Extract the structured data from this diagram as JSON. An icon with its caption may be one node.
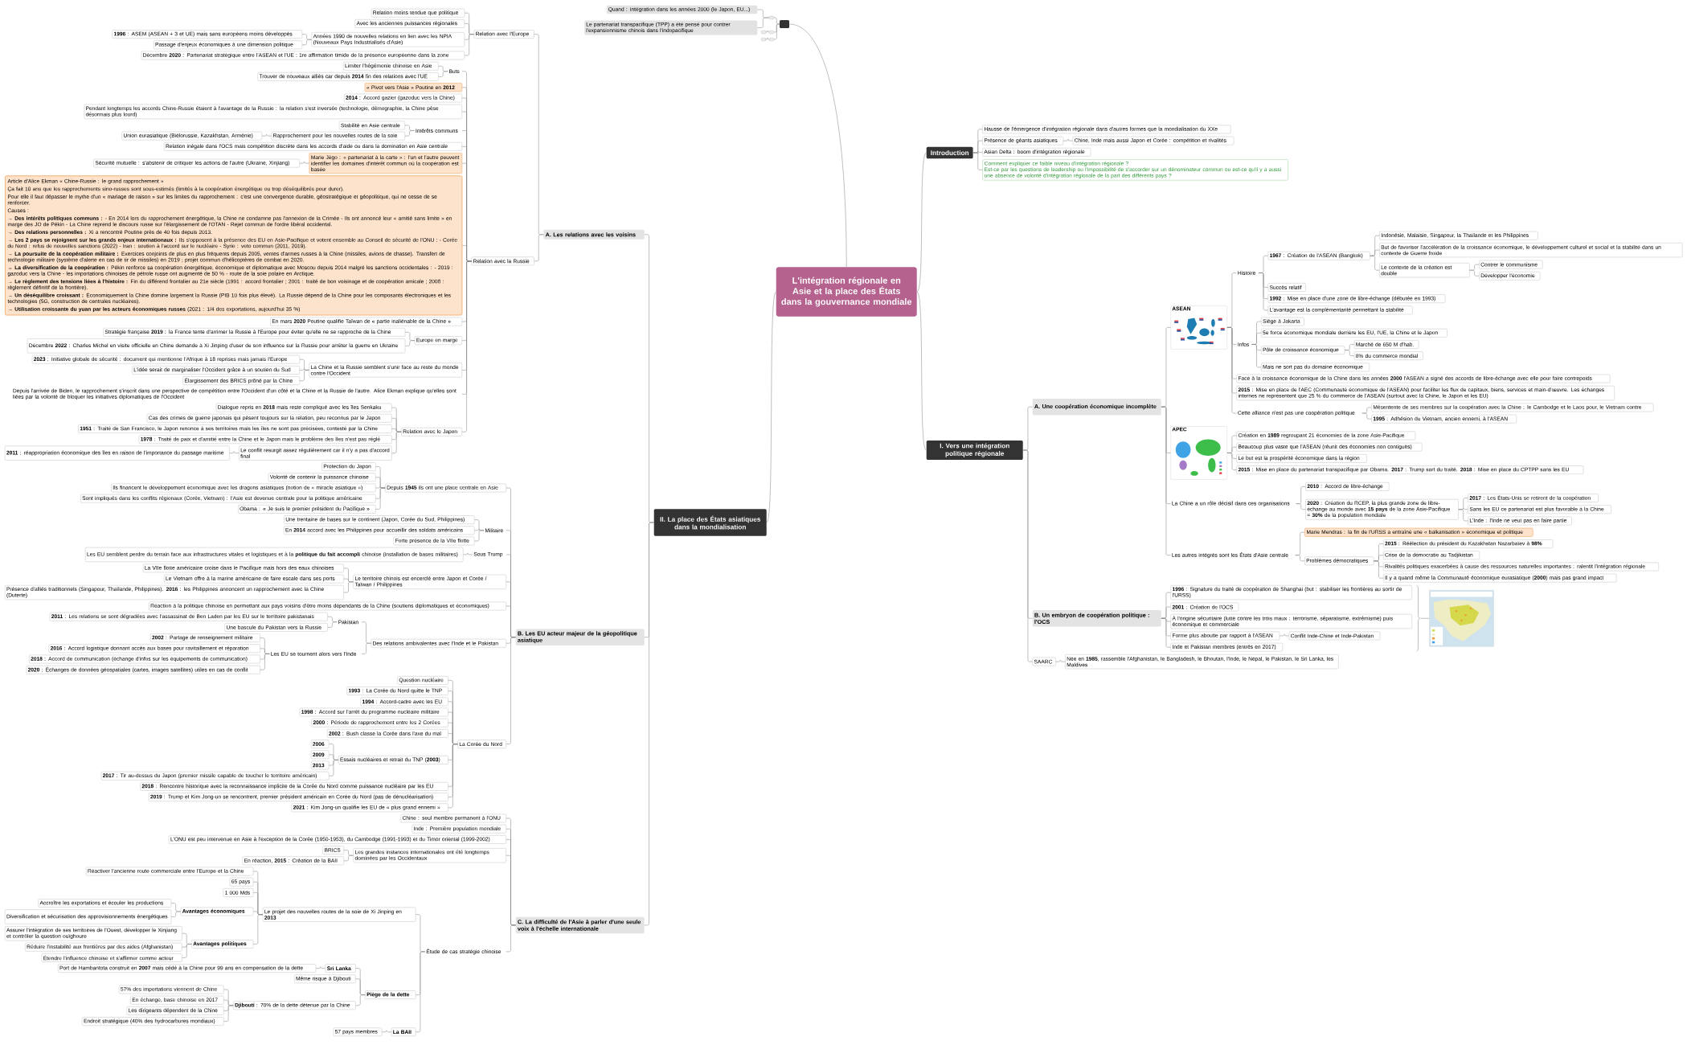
{
  "diagram": {
    "nodes": [
      {
        "text": [
          "L'intégration régionale en Asie et la place des États dans la gouvernance mondiale"
        ]
      },
      {
        "text": [],
        "shape": "box"
      },
      {
        "text": [],
        "shape": "box"
      },
      {
        "text": [
          "Quand : intégration dans les années 2000 (le Japon, EU...)"
        ]
      },
      {
        "text": [
          "Le partenariat transpacifique (TPP) a été pensé pour contrer l'expansionnisme chinois dans l'indopacifique"
        ]
      },
      {
        "text": [],
        "shape": "box"
      },
      {
        "text": [],
        "shape": "box"
      },
      {
        "text": [],
        "shape": "box"
      },
      {
        "text": [],
        "shape": "box"
      },
      {
        "text": [
          "Introduction"
        ]
      },
      {
        "text": [
          "Hausse de l'émergence d'intégration régionale dans d'autres formes que la mondialisation du XXe"
        ]
      },
      {
        "text": [
          "Présence de géants asiatiques"
        ]
      },
      {
        "text": [
          "Chine, Inde mais aussi Japon et Corée : compétition et rivalités"
        ]
      },
      {
        "text": [
          "Asian Delta : boom d'intégration régionale"
        ]
      },
      {
        "text": [
          "Comment expliquer ce faible niveau d'intégration régionale ?",
          "Est-ce par les questions de leadership ou l'impossibilité de s'accorder sur un dénominateur commun ou est-ce qu'il y a aussi une absence de volonté d'intégration régionale de la part des différents pays ?"
        ]
      },
      {
        "text": [
          "I. Vers une intégration politique régionale"
        ]
      },
      {
        "text": [
          "A. Une coopération économique incomplète"
        ]
      },
      {
        "text": [
          "ASEAN"
        ]
      },
      {
        "text": [
          "Histoire"
        ]
      },
      {
        "text": [
          "**1967** : Création de l'ASEAN (Bangkok)"
        ]
      },
      {
        "text": [
          "Indonésie, Malaisie, Singapour, la Thaïlande et les Philippines"
        ]
      },
      {
        "text": [
          "But de favoriser l'accélération de la croissance économique, le développement culturel et social et la stabilité dans un contexte de Guerre froide"
        ]
      },
      {
        "text": [
          "Le contexte de la création est double"
        ]
      },
      {
        "text": [
          "Contrer le communisme"
        ]
      },
      {
        "text": [
          "Développer l'économie"
        ]
      },
      {
        "text": [
          "Succès relatif"
        ]
      },
      {
        "text": [
          "**1992** : Mise en place d'une zone de libre-échange (débutée en 1993)"
        ]
      },
      {
        "text": [
          "L'avantage est la complémentarité permettant la stabilité"
        ]
      },
      {
        "text": [
          "Infos"
        ]
      },
      {
        "text": [
          "Siège à Jakarta"
        ]
      },
      {
        "text": [
          "5e force économique mondiale derrière les EU, l'UE, la Chine et le Japon"
        ]
      },
      {
        "text": [
          "Pôle de croissance économique"
        ]
      },
      {
        "text": [
          "Marché de 650 M d'hab."
        ]
      },
      {
        "text": [
          "8% du commerce mondial"
        ]
      },
      {
        "text": [
          "Mais ne sort pas du domaine économique"
        ]
      },
      {
        "text": [
          "Face à la croissance économique de la Chine dans les années **2000** l'ASEAN a signé des accords de libre-échange avec elle pour faire contrepoids"
        ]
      },
      {
        "text": [
          "**2015** : Mise en place de l'AEC (Communauté économique de l'ASEAN) pour faciliter les flux de capitaux, biens, services et main-d'œuvre. Les échanges internes ne représentent que 25 % du commerce de l'ASEAN (surtout avec la Chine, le Japon et les EU)"
        ]
      },
      {
        "text": [
          "Cette alliance n'est pas une coopération politique"
        ]
      },
      {
        "text": [
          "Mésentente de ses membres sur la coopération avec la Chine : le Cambodge et le Laos pour, le Vietnam contre"
        ]
      },
      {
        "text": [
          "**1995** : Adhésion du Vietnam, ancien ennemi, à l'ASEAN"
        ]
      },
      {
        "text": [
          "APEC"
        ]
      },
      {
        "text": [
          "Création en **1989** regroupant 21 économies de la zone Asie-Pacifique"
        ]
      },
      {
        "text": [
          "Beaucoup plus vaste que l'ASEAN (réunit des économies non contiguës)"
        ]
      },
      {
        "text": [
          "Le but est la prospérité économique dans la région"
        ]
      },
      {
        "text": [
          "**2015** : Mise en place du partenariat transpacifique par Obama. **2017** : Trump sort du traité. **2018** : Mise en place du CPTPP sans les EU"
        ]
      },
      {
        "text": [
          "La Chine a un rôle décisif dans ces organisations"
        ]
      },
      {
        "text": [
          "**2010** : Accord de libre-échange"
        ]
      },
      {
        "text": [
          "**2020** : Création du RCEP, la plus grande zone de libre-échange au monde avec **15 pays** de la zone Asie-Pacifique = **30%** de la population mondiale"
        ]
      },
      {
        "text": [
          "**2017** : Les États-Unis se retirent de la coopération"
        ]
      },
      {
        "text": [
          "Sans les EU ce partenariat est plus favorable à la Chine"
        ]
      },
      {
        "text": [
          "L'Inde : l'Inde ne veut pas en faire partie"
        ]
      },
      {
        "text": [
          "Les autres intégrés sont les États d'Asie centrale"
        ]
      },
      {
        "text": [
          "Marie Mendras : la fin de l'URSS a entraîné une « balkanisation » économique et politique"
        ]
      },
      {
        "text": [
          "Problèmes démocratiques"
        ]
      },
      {
        "text": [
          "**2015** : Réélection du président du Kazakhstan Nazarbaïev à **98%**"
        ]
      },
      {
        "text": [
          "Crise de la démocratie au Tadjikistan"
        ]
      },
      {
        "text": [
          "Rivalités politiques exacerbées à cause des ressources naturelles importantes : ralentit l'intégration régionale"
        ]
      },
      {
        "text": [
          "Il y a quand même la Communauté économique eurasiatique (**2000**) mais pas grand impact"
        ]
      },
      {
        "text": [
          "B. Un embryon de coopération politique : l'OCS"
        ]
      },
      {
        "text": [
          "**1996** : Signature du traité de coopération de Shanghai (but : stabiliser les frontières au sortir de l'URSS)"
        ]
      },
      {
        "text": [
          "**2001** : Création de l'OCS"
        ]
      },
      {
        "text": [
          "À l'origine sécuritaire (lutte contre les trois maux : terrorisme, séparatisme, extrémisme) puis économique et commerciale"
        ]
      },
      {
        "text": [
          "Forme plus aboutie par rapport à l'ASEAN"
        ]
      },
      {
        "text": [
          "Conflit Inde-Chine et Inde-Pakistan"
        ]
      },
      {
        "text": [
          "Inde et Pakistan membres (entrés en 2017)"
        ]
      },
      {
        "text": [
          "SAARC"
        ]
      },
      {
        "text": [
          "Née en **1985**, rassemble l'Afghanistan, le Bangladesh, le Bhoutan, l'Inde, le Népal, le Pakistan, le Sri Lanka, les Maldives"
        ]
      },
      {
        "text": [
          "II. La place des États asiatiques dans la mondialisation"
        ]
      },
      {
        "text": [
          "A. Les relations avec les voisins"
        ]
      },
      {
        "text": [
          "Relation avec l'Europe"
        ]
      },
      {
        "text": [
          "Relation moins tendue que politique"
        ]
      },
      {
        "text": [
          "Avec les anciennes puissances régionales"
        ]
      },
      {
        "text": [
          "Années 1990 de nouvelles relations en lien avec les NPIA (Nouveaux Pays Industrialisés d'Asie)"
        ]
      },
      {
        "text": [
          "**1996** : ASEM (ASEAN + 3 et UE) mais sans européens moins développés"
        ]
      },
      {
        "text": [
          "Passage d'enjeux économiques à une dimension politique"
        ]
      },
      {
        "text": [
          "Décembre **2020** : Partenariat stratégique entre l'ASEAN et l'UE : 1re affirmation timide de la présence européenne dans la zone"
        ]
      },
      {
        "text": [
          "Relation avec la Russie"
        ]
      },
      {
        "text": [
          "Buts"
        ]
      },
      {
        "text": [
          "Limiter l'hégémonie chinoise en Asie"
        ]
      },
      {
        "text": [
          "Trouver de nouveaux alliés car depuis **2014** fin des relations avec l'UE"
        ]
      },
      {
        "text": [
          "« Pivot vers l'Asie » Poutine en **2012**"
        ]
      },
      {
        "text": [
          "**2014** : Accord gazier (gazoduc vers la Chine)"
        ]
      },
      {
        "text": [
          "Pendant longtemps les accords Chine-Russie étaient à l'avantage de la Russie : la relation s'est inversée (technologie, démographie, la Chine pèse désormais plus lourd)"
        ]
      },
      {
        "text": [
          "Intérêts communs"
        ]
      },
      {
        "text": [
          "Stabilité en Asie centrale"
        ]
      },
      {
        "text": [
          "Rapprochement pour les nouvelles routes de la soie"
        ]
      },
      {
        "text": [
          "Union eurasiatique (Biélorussie, Kazakhstan, Arménie)"
        ]
      },
      {
        "text": [
          "Relation inégale dans l'OCS mais compétition discrète dans les accords d'aide ou dans la domination en Asie centrale"
        ]
      },
      {
        "text": [
          "Marie Jégo : « partenariat à la carte » : l'un et l'autre peuvent identifier les domaines d'intérêt commun où la coopération est basée"
        ]
      },
      {
        "text": [
          "Sécurité mutuelle : s'abstenir de critiquer les actions de l'autre (Ukraine, Xinjiang)"
        ]
      },
      {
        "text": [
          "Article d'Alice Ekman « Chine-Russie : le grand rapprochement »",
          "Ça fait 10 ans que les rapprochements sino-russes sont sous-estimés (limités à la coopération énergétique ou trop déséquilibrés pour durer).",
          "Pour elle il faut dépasser le mythe d'un « mariage de raison » sur les limites du rapprochement : c'est une convergence durable, géostratégique et géopolitique, qui ne cesse de se renforcer.",
          "Causes :",
          "**→ Des intérêts politiques communs :** - En 2014 lors du rapprochement énergétique, la Chine ne condamne pas l'annexion de la Crimée - Ils ont annoncé leur « amitié sans limite » en marge des JO de Pékin - La Chine reprend le discours russe sur l'élargissement de l'OTAN - Rejet commun de l'ordre libéral occidental.",
          "**→ Des relations personnelles :** Xi a rencontré Poutine près de 40 fois depuis 2013.",
          "**→ Les 2 pays se rejoignent sur les grands enjeux internationaux :** Ils s'opposent à la présence des EU en Asie-Pacifique et votent ensemble au Conseil de sécurité de l'ONU : - Corée du Nord : refus de nouvelles sanctions (2022) - Iran : soutien à l'accord sur le nucléaire - Syrie : veto commun (2011, 2019).",
          "**→ La poursuite de la coopération militaire :** Exercices conjoints de plus en plus fréquents depuis 2005, ventes d'armes russes à la Chine (missiles, avions de chasse). Transfert de technologie militaire (système d'alerte en cas de tir de missiles) en 2019 ; projet commun d'hélicoptères de combat en 2020.",
          "**→ La diversification de la coopération :** Pékin renforce sa coopération énergétique, économique et diplomatique avec Moscou depuis 2014 malgré les sanctions occidentales : - 2019 : gazoduc vers la Chine - les importations chinoises de pétrole russe ont augmenté de 50 % - route de la soie polaire en Arctique.",
          "**→ Le règlement des tensions liées à l'histoire :** Fin du différend frontalier au 21e siècle (1991 : accord frontalier ; 2001 : traité de bon voisinage et de coopération amicale ; 2008 : règlement définitif de la frontière).",
          "**→ Un déséquilibre croissant :** Économiquement la Chine domine largement la Russie (PIB 10 fois plus élevé). La Russie dépend de la Chine pour les composants électroniques et les technologies (5G, construction de centrales nucléaires).",
          "**→ Utilisation croissante du yuan par les acteurs économiques russes** (2021 : 1/4 des exportations, aujourd'hui 35 %)"
        ]
      },
      {
        "text": [
          "En mars **2020** Poutine qualifie Taïwan de « partie inaliénable de la Chine »"
        ]
      },
      {
        "text": [
          "Europe en marge"
        ]
      },
      {
        "text": [
          "Stratégie française **2019** : la France tente d'arrimer la Russie à l'Europe pour éviter qu'elle ne se rapproche de la Chine"
        ]
      },
      {
        "text": [
          "Décembre **2022** : Charles Michel en visite officielle en Chine demande à Xi Jinping d'user de son influence sur la Russie pour arrêter la guerre en Ukraine"
        ]
      },
      {
        "text": [
          "La Chine et la Russie semblent s'unir face au reste du monde contre l'Occident"
        ]
      },
      {
        "text": [
          "**2023** : Initiative globale de sécurité : document qui mentionne l'Afrique à 18 reprises mais jamais l'Europe"
        ]
      },
      {
        "text": [
          "L'idée serait de marginaliser l'Occident grâce à un soutien du Sud"
        ]
      },
      {
        "text": [
          "Élargissement des BRICS prôné par la Chine"
        ]
      },
      {
        "text": [
          "Depuis l'arrivée de Biden, le rapprochement s'inscrit dans une perspective de compétition entre l'Occident d'un côté et la Chine et la Russie de l'autre. Alice Ekman explique qu'elles sont liées par la volonté de bloquer les initiatives diplomatiques de l'Occident"
        ]
      },
      {
        "text": [
          "Relation avec le Japon"
        ]
      },
      {
        "text": [
          "Dialogue repris en **2018** mais reste compliqué avec les îles Senkaku"
        ]
      },
      {
        "text": [
          "Cas des crimes de guerre japonais qui pèsent toujours sur la relation, peu reconnus par le Japon"
        ]
      },
      {
        "text": [
          "**1951** : Traité de San Francisco, le Japon renonce à ses territoires mais les îles ne sont pas précisées, contesté par la Chine"
        ]
      },
      {
        "text": [
          "**1978** : Traité de paix et d'amitié entre la Chine et le Japon mais le problème des îles n'est pas réglé"
        ]
      },
      {
        "text": [
          "Le conflit resurgit assez régulièrement car il n'y a pas d'accord final"
        ]
      },
      {
        "text": [
          "**2011** : réappropriation économique des îles en raison de l'importance du passage maritime"
        ]
      },
      {
        "text": [
          "B. Les EU acteur majeur de la géopolitique asiatique"
        ]
      },
      {
        "text": [
          "Depuis **1945** ils ont une place centrale en Asie"
        ]
      },
      {
        "text": [
          "Protection du Japon"
        ]
      },
      {
        "text": [
          "Volonté de contenir la puissance chinoise"
        ]
      },
      {
        "text": [
          "Ils financent le développement économique avec les dragons asiatiques (notion de « miracle asiatique »)"
        ]
      },
      {
        "text": [
          "Sont impliqués dans les conflits régionaux (Corée, Vietnam) : l'Asie est devenue centrale pour la politique américaine"
        ]
      },
      {
        "text": [
          "Obama : « Je suis le premier président du Pacifique »"
        ]
      },
      {
        "text": [
          "Militaire"
        ]
      },
      {
        "text": [
          "Une trentaine de bases sur le continent (Japon, Corée du Sud, Philippines)"
        ]
      },
      {
        "text": [
          "En **2014** accord avec les Philippines pour accueillir des soldats américains"
        ]
      },
      {
        "text": [
          "Forte présence de la VIIe flotte"
        ]
      },
      {
        "text": [
          "Sous Trump"
        ]
      },
      {
        "text": [
          "Les EU semblent perdre du terrain face aux infrastructures vitales et logistiques et à la **politique du fait accompli** chinoise (installation de bases militaires)"
        ]
      },
      {
        "text": [
          "Le territoire chinois est encerclé entre Japon et Corée / Taïwan / Philippines"
        ]
      },
      {
        "text": [
          "La VIIe flotte américaine croise dans le Pacifique mais hors des eaux chinoises"
        ]
      },
      {
        "text": [
          "Le Vietnam offre à la marine américaine de faire escale dans ses ports"
        ]
      },
      {
        "text": [
          "Présence d'alliés traditionnels (Singapour, Thaïlande, Philippines). **2016** : les Philippines annoncent un rapprochement avec la Chine (Duterte)"
        ]
      },
      {
        "text": [
          "Réaction à la politique chinoise en permettant aux pays voisins d'être moins dépendants de la Chine (soutiens diplomatiques et économiques)"
        ]
      },
      {
        "text": [
          "Des relations ambivalentes avec l'Inde et le Pakistan"
        ]
      },
      {
        "text": [
          "Pakistan"
        ]
      },
      {
        "text": [
          "**2011** : Les relations se sont dégradées avec l'assassinat de Ben Laden par les EU sur le territoire pakistanais"
        ]
      },
      {
        "text": [
          "Une bascule du Pakistan vers la Russie"
        ]
      },
      {
        "text": [
          "Les EU se tournent alors vers l'Inde"
        ]
      },
      {
        "text": [
          "**2002** : Partage de renseignement militaire"
        ]
      },
      {
        "text": [
          "**2016** : Accord logistique donnant accès aux bases pour ravitaillement et réparation"
        ]
      },
      {
        "text": [
          "**2018** : Accord de communication (échange d'infos sur les équipements de communication)"
        ]
      },
      {
        "text": [
          "**2020** : Échanges de données géospatiales (cartes, images satellites) utiles en cas de conflit"
        ]
      },
      {
        "text": [
          "La Corée du Nord"
        ]
      },
      {
        "text": [
          "Question nucléaire"
        ]
      },
      {
        "text": [
          "**1993** : La Corée du Nord quitte le TNP"
        ]
      },
      {
        "text": [
          "**1994** : Accord-cadre avec les EU"
        ]
      },
      {
        "text": [
          "**1998** : Accord sur l'arrêt du programme nucléaire militaire"
        ]
      },
      {
        "text": [
          "**2000** : Période de rapprochement entre les 2 Corées"
        ]
      },
      {
        "text": [
          "**2002** : Bush classe la Corée dans l'axe du mal"
        ]
      },
      {
        "text": [
          "Essais nucléaires et retrait du TNP (**2003**)"
        ]
      },
      {
        "text": [
          "2006"
        ]
      },
      {
        "text": [
          "2009"
        ]
      },
      {
        "text": [
          "2013"
        ]
      },
      {
        "text": [
          "**2017** : Tir au-dessus du Japon (premier missile capable de toucher le territoire américain)"
        ]
      },
      {
        "text": [
          "**2018** : Rencontre historique avec la reconnaissance implicite de la Corée du Nord comme puissance nucléaire par les EU"
        ]
      },
      {
        "text": [
          "**2019** : Trump et Kim Jong-un se rencontrent, premier président américain en Corée du Nord (pas de dénucléarisation)"
        ]
      },
      {
        "text": [
          "**2021** : Kim Jong-un qualifie les EU de « plus grand ennemi »"
        ]
      },
      {
        "text": [
          "C. La difficulté de l'Asie à parler d'une seule voix à l'échelle internationale"
        ]
      },
      {
        "text": [
          "Chine : seul membre permanent à l'ONU"
        ]
      },
      {
        "text": [
          "Inde : Première population mondiale"
        ]
      },
      {
        "text": [
          "L'ONU est peu intervenue en Asie à l'exception de la Corée (1950-1953), du Cambodge (1991-1993) et du Timor oriental (1999-2002)"
        ]
      },
      {
        "text": [
          "Les grandes instances internationales ont été longtemps dominées par les Occidentaux"
        ]
      },
      {
        "text": [
          "BRICS"
        ]
      },
      {
        "text": [
          "En réaction, **2015** : Création de la BAII"
        ]
      },
      {
        "text": [
          "Étude de cas stratégie chinoise"
        ]
      },
      {
        "text": [
          "Le projet des nouvelles routes de la soie de Xi Jinping en **2013**"
        ]
      },
      {
        "text": [
          "Réactiver l'ancienne route commerciale entre l'Europe et la Chine"
        ]
      },
      {
        "text": [
          "65 pays"
        ]
      },
      {
        "text": [
          "1 000 Mds"
        ]
      },
      {
        "text": [
          "Avantages économiques"
        ]
      },
      {
        "text": [
          "Accroître les exportations et écouler les productions"
        ]
      },
      {
        "text": [
          "Diversification et sécurisation des approvisionnements énergétiques"
        ]
      },
      {
        "text": [
          "Avantages politiques"
        ]
      },
      {
        "text": [
          "Assurer l'intégration de ses territoires de l'Ouest, développer le Xinjiang et contrôler la question ouïghoure"
        ]
      },
      {
        "text": [
          "Réduire l'instabilité aux frontières par des aides (Afghanistan)"
        ]
      },
      {
        "text": [
          "Étendre l'influence chinoise et s'affirmer comme acteur"
        ]
      },
      {
        "text": [
          "Piège de la dette"
        ]
      },
      {
        "text": [
          "Sri Lanka"
        ]
      },
      {
        "text": [
          "Port de Hambantota construit en **2007** mais cédé à la Chine pour 99 ans en compensation de la dette"
        ]
      },
      {
        "text": [
          "Même risque à Djibouti"
        ]
      },
      {
        "text": [
          "**Djibouti** : 70% de la dette détenue par la Chine"
        ]
      },
      {
        "text": [
          "57% des importations viennent de Chine"
        ]
      },
      {
        "text": [
          "En échange, base chinoise en 2017"
        ]
      },
      {
        "text": [
          "Les dirigeants dépendent de la Chine"
        ]
      },
      {
        "text": [
          "Endroit stratégique (40% des hydrocarbures mondiaux)"
        ]
      },
      {
        "text": [
          "La BAII"
        ]
      },
      {
        "text": [
          "57 pays membres"
        ]
      }
    ],
    "edges": [
      {
        "from": 0,
        "to": 1,
        "arrow": "none"
      },
      {
        "from": 1,
        "to": 2,
        "arrow": "none"
      },
      {
        "from": 2,
        "to": 3,
        "arrow": "none"
      },
      {
        "from": 2,
        "to": 4,
        "arrow": "none"
      },
      {
        "from": 1,
        "to": 5,
        "arrow": "none"
      },
      {
        "from": 5,
        "to": 6,
        "arrow": "none"
      },
      {
        "from": 1,
        "to": 7,
        "arrow": "none"
      },
      {
        "from": 7,
        "to": 8,
        "arrow": "none"
      },
      {
        "from": 0,
        "to": 9,
        "arrow": "none"
      },
      {
        "from": 9,
        "to": 10,
        "arrow": "none"
      },
      {
        "from": 9,
        "to": 11,
        "arrow": "none"
      },
      {
        "from": 11,
        "to": 12,
        "arrow": "none"
      },
      {
        "from": 9,
        "to": 13,
        "arrow": "none"
      },
      {
        "from": 9,
        "to": 14,
        "arrow": "none"
      },
      {
        "from": 0,
        "to": 15,
        "arrow": "none"
      },
      {
        "from": 15,
        "to": 16,
        "arrow": "none"
      },
      {
        "from": 16,
        "to": 17,
        "arrow": "none"
      },
      {
        "from": 17,
        "to": 18,
        "arrow": "none"
      },
      {
        "from": 18,
        "to": 19,
        "arrow": "none"
      },
      {
        "from": 19,
        "to": 20,
        "arrow": "none"
      },
      {
        "from": 19,
        "to": 21,
        "arrow": "none"
      },
      {
        "from": 19,
        "to": 22,
        "arrow": "none"
      },
      {
        "from": 22,
        "to": 23,
        "arrow": "none"
      },
      {
        "from": 22,
        "to": 24,
        "arrow": "none"
      },
      {
        "from": 18,
        "to": 25,
        "arrow": "none"
      },
      {
        "from": 18,
        "to": 26,
        "arrow": "none"
      },
      {
        "from": 18,
        "to": 27,
        "arrow": "none"
      },
      {
        "from": 17,
        "to": 28,
        "arrow": "none"
      },
      {
        "from": 28,
        "to": 29,
        "arrow": "none"
      },
      {
        "from": 28,
        "to": 30,
        "arrow": "none"
      },
      {
        "from": 28,
        "to": 31,
        "arrow": "none"
      },
      {
        "from": 31,
        "to": 32,
        "arrow": "none"
      },
      {
        "from": 31,
        "to": 33,
        "arrow": "none"
      },
      {
        "from": 28,
        "to": 34,
        "arrow": "none"
      },
      {
        "from": 17,
        "to": 35,
        "arrow": "none"
      },
      {
        "from": 17,
        "to": 36,
        "arrow": "none"
      },
      {
        "from": 17,
        "to": 37,
        "arrow": "none"
      },
      {
        "from": 37,
        "to": 38,
        "arrow": "none"
      },
      {
        "from": 37,
        "to": 39,
        "arrow": "none"
      },
      {
        "from": 16,
        "to": 40,
        "arrow": "none"
      },
      {
        "from": 40,
        "to": 41,
        "arrow": "none"
      },
      {
        "from": 40,
        "to": 42,
        "arrow": "none"
      },
      {
        "from": 40,
        "to": 43,
        "arrow": "none"
      },
      {
        "from": 40,
        "to": 44,
        "arrow": "none"
      },
      {
        "from": 16,
        "to": 45,
        "arrow": "none"
      },
      {
        "from": 45,
        "to": 46,
        "arrow": "none"
      },
      {
        "from": 45,
        "to": 47,
        "arrow": "none"
      },
      {
        "from": 47,
        "to": 48,
        "arrow": "none"
      },
      {
        "from": 47,
        "to": 49,
        "arrow": "none"
      },
      {
        "from": 47,
        "to": 50,
        "arrow": "none"
      },
      {
        "from": 16,
        "to": 51,
        "arrow": "none"
      },
      {
        "from": 51,
        "to": 52,
        "arrow": "none"
      },
      {
        "from": 51,
        "to": 53,
        "arrow": "none"
      },
      {
        "from": 53,
        "to": 54,
        "arrow": "none"
      },
      {
        "from": 53,
        "to": 55,
        "arrow": "none"
      },
      {
        "from": 53,
        "to": 56,
        "arrow": "none"
      },
      {
        "from": 53,
        "to": 57,
        "arrow": "none"
      },
      {
        "from": 15,
        "to": 58,
        "arrow": "none"
      },
      {
        "from": 58,
        "to": 59,
        "arrow": "none"
      },
      {
        "from": 58,
        "to": 60,
        "arrow": "none"
      },
      {
        "from": 58,
        "to": 61,
        "arrow": "none"
      },
      {
        "from": 58,
        "to": 62,
        "arrow": "none"
      },
      {
        "from": 62,
        "to": 63,
        "arrow": "none"
      },
      {
        "from": 58,
        "to": 64,
        "arrow": "none"
      },
      {
        "from": 15,
        "to": 65,
        "arrow": "none"
      },
      {
        "from": 65,
        "to": 66,
        "arrow": "none"
      },
      {
        "from": 0,
        "to": 67,
        "arrow": "none"
      },
      {
        "from": 67,
        "to": 68,
        "arrow": "none"
      },
      {
        "from": 68,
        "to": 69,
        "arrow": "none"
      },
      {
        "from": 69,
        "to": 70,
        "arrow": "none"
      },
      {
        "from": 69,
        "to": 71,
        "arrow": "none"
      },
      {
        "from": 69,
        "to": 72,
        "arrow": "none"
      },
      {
        "from": 72,
        "to": 73,
        "arrow": "none"
      },
      {
        "from": 72,
        "to": 74,
        "arrow": "none"
      },
      {
        "from": 69,
        "to": 75,
        "arrow": "none"
      },
      {
        "from": 68,
        "to": 76,
        "arrow": "none"
      },
      {
        "from": 76,
        "to": 77,
        "arrow": "none"
      },
      {
        "from": 77,
        "to": 78,
        "arrow": "none"
      },
      {
        "from": 77,
        "to": 79,
        "arrow": "none"
      },
      {
        "from": 76,
        "to": 80,
        "arrow": "none"
      },
      {
        "from": 76,
        "to": 81,
        "arrow": "none"
      },
      {
        "from": 76,
        "to": 82,
        "arrow": "none"
      },
      {
        "from": 76,
        "to": 83,
        "arrow": "none"
      },
      {
        "from": 83,
        "to": 84,
        "arrow": "none"
      },
      {
        "from": 83,
        "to": 85,
        "arrow": "none"
      },
      {
        "from": 85,
        "to": 86,
        "arrow": "none"
      },
      {
        "from": 76,
        "to": 87,
        "arrow": "none"
      },
      {
        "from": 76,
        "to": 88,
        "arrow": "none"
      },
      {
        "from": 88,
        "to": 89,
        "arrow": "none"
      },
      {
        "from": 76,
        "to": 90,
        "arrow": "none"
      },
      {
        "from": 76,
        "to": 91,
        "arrow": "none"
      },
      {
        "from": 76,
        "to": 92,
        "arrow": "none"
      },
      {
        "from": 92,
        "to": 93,
        "arrow": "none"
      },
      {
        "from": 92,
        "to": 94,
        "arrow": "none"
      },
      {
        "from": 76,
        "to": 95,
        "arrow": "none"
      },
      {
        "from": 95,
        "to": 96,
        "arrow": "none"
      },
      {
        "from": 95,
        "to": 97,
        "arrow": "none"
      },
      {
        "from": 95,
        "to": 98,
        "arrow": "none"
      },
      {
        "from": 76,
        "to": 99,
        "arrow": "none"
      },
      {
        "from": 76,
        "to": 100,
        "arrow": "none"
      },
      {
        "from": 100,
        "to": 101,
        "arrow": "none"
      },
      {
        "from": 100,
        "to": 102,
        "arrow": "none"
      },
      {
        "from": 100,
        "to": 103,
        "arrow": "none"
      },
      {
        "from": 100,
        "to": 104,
        "arrow": "none"
      },
      {
        "from": 100,
        "to": 105,
        "arrow": "none"
      },
      {
        "from": 105,
        "to": 106,
        "arrow": "none"
      },
      {
        "from": 67,
        "to": 107,
        "arrow": "none"
      },
      {
        "from": 107,
        "to": 108,
        "arrow": "none"
      },
      {
        "from": 108,
        "to": 109,
        "arrow": "none"
      },
      {
        "from": 108,
        "to": 110,
        "arrow": "none"
      },
      {
        "from": 108,
        "to": 111,
        "arrow": "none"
      },
      {
        "from": 108,
        "to": 112,
        "arrow": "none"
      },
      {
        "from": 108,
        "to": 113,
        "arrow": "none"
      },
      {
        "from": 107,
        "to": 114,
        "arrow": "none"
      },
      {
        "from": 114,
        "to": 115,
        "arrow": "none"
      },
      {
        "from": 114,
        "to": 116,
        "arrow": "none"
      },
      {
        "from": 114,
        "to": 117,
        "arrow": "none"
      },
      {
        "from": 107,
        "to": 118,
        "arrow": "none"
      },
      {
        "from": 118,
        "to": 119,
        "arrow": "none"
      },
      {
        "from": 107,
        "to": 120,
        "arrow": "none"
      },
      {
        "from": 120,
        "to": 121,
        "arrow": "none"
      },
      {
        "from": 120,
        "to": 122,
        "arrow": "none"
      },
      {
        "from": 120,
        "to": 123,
        "arrow": "none"
      },
      {
        "from": 107,
        "to": 124,
        "arrow": "none"
      },
      {
        "from": 107,
        "to": 125,
        "arrow": "none"
      },
      {
        "from": 125,
        "to": 126,
        "arrow": "none"
      },
      {
        "from": 126,
        "to": 127,
        "arrow": "none"
      },
      {
        "from": 126,
        "to": 128,
        "arrow": "none"
      },
      {
        "from": 125,
        "to": 129,
        "arrow": "none"
      },
      {
        "from": 129,
        "to": 130,
        "arrow": "none"
      },
      {
        "from": 129,
        "to": 131,
        "arrow": "none"
      },
      {
        "from": 129,
        "to": 132,
        "arrow": "none"
      },
      {
        "from": 129,
        "to": 133,
        "arrow": "none"
      },
      {
        "from": 107,
        "to": 134,
        "arrow": "none"
      },
      {
        "from": 134,
        "to": 135,
        "arrow": "none"
      },
      {
        "from": 134,
        "to": 136,
        "arrow": "none"
      },
      {
        "from": 134,
        "to": 137,
        "arrow": "none"
      },
      {
        "from": 134,
        "to": 138,
        "arrow": "none"
      },
      {
        "from": 134,
        "to": 139,
        "arrow": "none"
      },
      {
        "from": 134,
        "to": 140,
        "arrow": "none"
      },
      {
        "from": 134,
        "to": 141,
        "arrow": "none"
      },
      {
        "from": 141,
        "to": 142,
        "arrow": "none"
      },
      {
        "from": 141,
        "to": 143,
        "arrow": "none"
      },
      {
        "from": 141,
        "to": 144,
        "arrow": "none"
      },
      {
        "from": 141,
        "to": 145,
        "arrow": "none"
      },
      {
        "from": 134,
        "to": 146,
        "arrow": "none"
      },
      {
        "from": 134,
        "to": 147,
        "arrow": "none"
      },
      {
        "from": 134,
        "to": 148,
        "arrow": "none"
      },
      {
        "from": 67,
        "to": 149,
        "arrow": "none"
      },
      {
        "from": 149,
        "to": 150,
        "arrow": "none"
      },
      {
        "from": 149,
        "to": 151,
        "arrow": "none"
      },
      {
        "from": 149,
        "to": 152,
        "arrow": "none"
      },
      {
        "from": 149,
        "to": 153,
        "arrow": "none"
      },
      {
        "from": 153,
        "to": 154,
        "arrow": "none"
      },
      {
        "from": 153,
        "to": 155,
        "arrow": "none"
      },
      {
        "from": 149,
        "to": 156,
        "arrow": "none"
      },
      {
        "from": 156,
        "to": 157,
        "arrow": "none"
      },
      {
        "from": 157,
        "to": 158,
        "arrow": "none"
      },
      {
        "from": 157,
        "to": 159,
        "arrow": "none"
      },
      {
        "from": 157,
        "to": 160,
        "arrow": "none"
      },
      {
        "from": 157,
        "to": 161,
        "arrow": "none"
      },
      {
        "from": 161,
        "to": 162,
        "arrow": "none"
      },
      {
        "from": 161,
        "to": 163,
        "arrow": "none"
      },
      {
        "from": 157,
        "to": 164,
        "arrow": "none"
      },
      {
        "from": 164,
        "to": 165,
        "arrow": "none"
      },
      {
        "from": 164,
        "to": 166,
        "arrow": "none"
      },
      {
        "from": 164,
        "to": 167,
        "arrow": "none"
      },
      {
        "from": 156,
        "to": 168,
        "arrow": "none"
      },
      {
        "from": 168,
        "to": 169,
        "arrow": "none"
      },
      {
        "from": 169,
        "to": 170,
        "arrow": "none"
      },
      {
        "from": 168,
        "to": 171,
        "arrow": "none"
      },
      {
        "from": 168,
        "to": 172,
        "arrow": "none"
      },
      {
        "from": 172,
        "to": 173,
        "arrow": "none"
      },
      {
        "from": 172,
        "to": 174,
        "arrow": "none"
      },
      {
        "from": 172,
        "to": 175,
        "arrow": "none"
      },
      {
        "from": 172,
        "to": 176,
        "arrow": "none"
      },
      {
        "from": 156,
        "to": 177,
        "arrow": "none"
      },
      {
        "from": 177,
        "to": 178,
        "arrow": "none"
      }
    ]
  }
}
